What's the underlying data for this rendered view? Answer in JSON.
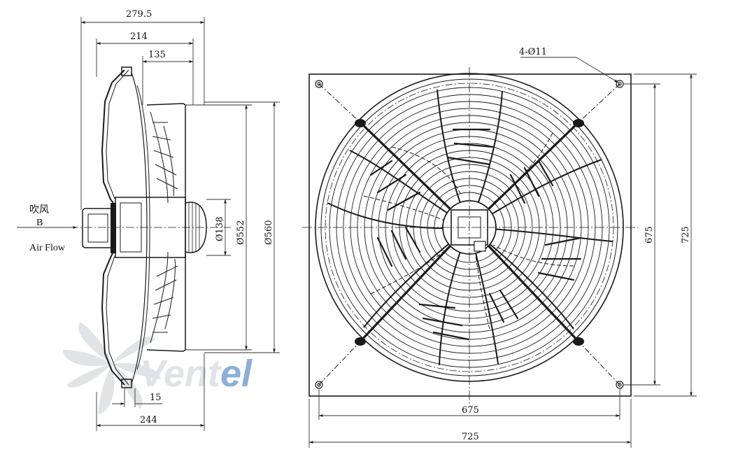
{
  "side_view": {
    "dims": {
      "overall_depth": "279.5",
      "mount_to_guard": "214",
      "hub_depth": "135",
      "hub_dia": "Ø138",
      "blade_dia": "Ø552",
      "guard_dia": "Ø560",
      "flange_offset": "15",
      "total_depth": "244"
    },
    "airflow": {
      "label_cn": "吹风",
      "label_code": "B",
      "label_en": "Air Flow"
    }
  },
  "front_view": {
    "dims": {
      "holes": "4-Ø11",
      "hole_spacing_h": "675",
      "plate_width": "725",
      "hole_spacing_v": "675",
      "plate_height": "725"
    }
  },
  "watermark": {
    "text": "Ventel",
    "colors": [
      "#6f7a86",
      "#2f6fb4"
    ]
  },
  "colors": {
    "line": "#1a1a1a",
    "dim_line": "#333333",
    "watermark_gray": "#c9ced4",
    "watermark_blue": "#2f6fb4"
  }
}
